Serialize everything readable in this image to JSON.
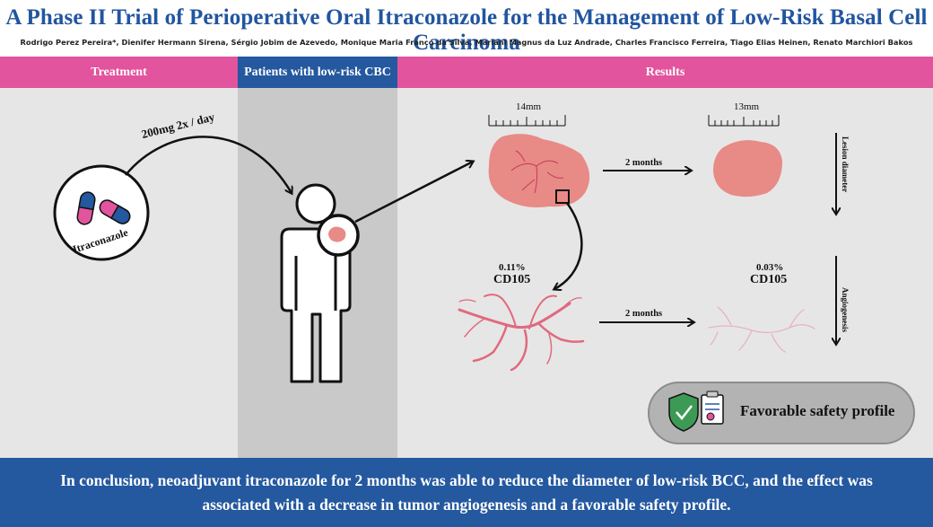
{
  "title": "A Phase II Trial of Perioperative Oral Itraconazole for the Management of Low-Risk Basal Cell Carcinoma",
  "authors": "Rodrigo Perez Pereira*, Dienifer Hermann Sirena, Sérgio Jobim de Azevedo, Monique Maria Franco da Silva, Mariani Magnus da Luz Andrade, Charles Francisco Ferreira, Tiago Elias Heinen, Renato Marchiori Bakos",
  "headers": {
    "treatment": "Treatment",
    "patients": "Patients with low-risk CBC",
    "results": "Results"
  },
  "treatment": {
    "dose": "200mg 2x / day",
    "drug": "Itraconazole"
  },
  "results": {
    "before_size": "14mm",
    "after_size": "13mm",
    "interval_1": "2 months",
    "interval_2": "2 months",
    "cd105_before_pct": "0.11%",
    "cd105_after_pct": "0.03%",
    "cd105_label": "CD105",
    "lesion_axis": "Lesion diameter",
    "angio_axis": "Angiogenesis",
    "safety": "Favorable safety profile"
  },
  "conclusion": "In conclusion, neoadjuvant itraconazole for 2 months was able to reduce the diameter of low-risk BCC, and the effect was associated with a decrease in tumor angiogenesis and a favorable safety profile.",
  "colors": {
    "pink": "#e2549d",
    "blue": "#24589f",
    "lesion": "#e88a86",
    "vessel": "#e06a7d"
  },
  "icons": [
    "capsule-icon",
    "person-silhouette-icon",
    "shield-check-icon",
    "clipboard-icon"
  ]
}
